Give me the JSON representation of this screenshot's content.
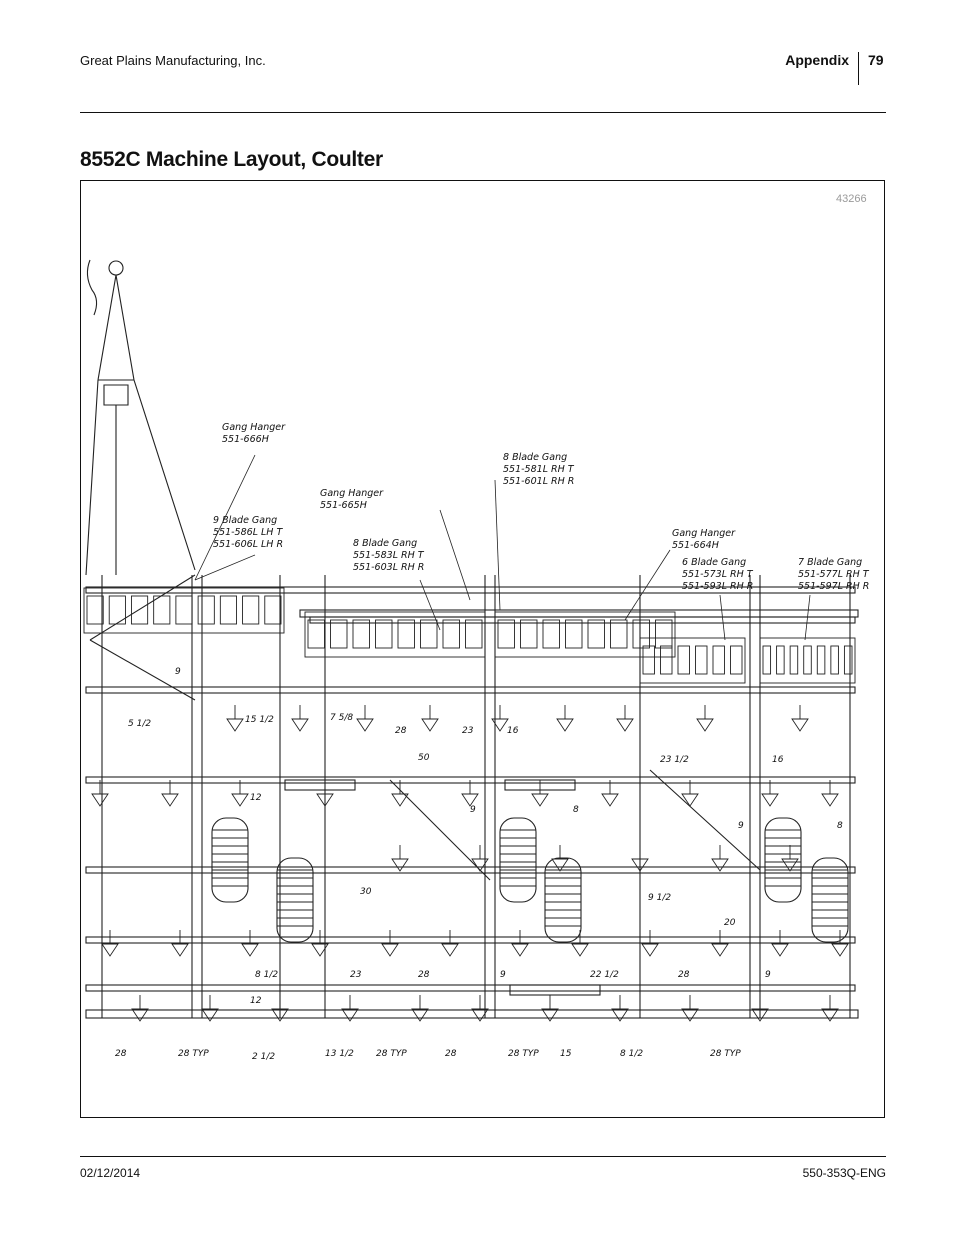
{
  "header": {
    "company": "Great Plains Manufacturing, Inc.",
    "section": "Appendix",
    "page_number": "79"
  },
  "title": "8552C Machine Layout, Coulter",
  "figure": {
    "id": "43266",
    "callouts": [
      {
        "lines": [
          "Gang Hanger",
          "551-666H"
        ]
      },
      {
        "lines": [
          "9 Blade Gang",
          "551-586L LH T",
          "551-606L LH R"
        ]
      },
      {
        "lines": [
          "Gang Hanger",
          "551-665H"
        ]
      },
      {
        "lines": [
          "8 Blade Gang",
          "551-583L RH T",
          "551-603L RH R"
        ]
      },
      {
        "lines": [
          "8 Blade Gang",
          "551-581L RH T",
          "551-601L RH R"
        ]
      },
      {
        "lines": [
          "Gang Hanger",
          "551-664H"
        ]
      },
      {
        "lines": [
          "6 Blade Gang",
          "551-573L RH T",
          "551-593L RH R"
        ]
      },
      {
        "lines": [
          "7 Blade Gang",
          "551-577L RH T",
          "551-597L RH R"
        ]
      }
    ],
    "dimensions": [
      "9",
      "5 1/2",
      "15 1/2",
      "7 5/8",
      "28",
      "23",
      "16",
      "50",
      "23 1/2",
      "16",
      "12",
      "9",
      "8",
      "9",
      "8",
      "30",
      "9 1/2",
      "20",
      "8 1/2",
      "12",
      "23",
      "28",
      "9",
      "22 1/2",
      "28",
      "9",
      "28",
      "28 TYP",
      "2 1/2",
      "13 1/2",
      "28 TYP",
      "28",
      "28 TYP",
      "15",
      "8 1/2",
      "28 TYP"
    ]
  },
  "footer": {
    "date": "02/12/2014",
    "doc_number": "550-353Q-ENG"
  }
}
